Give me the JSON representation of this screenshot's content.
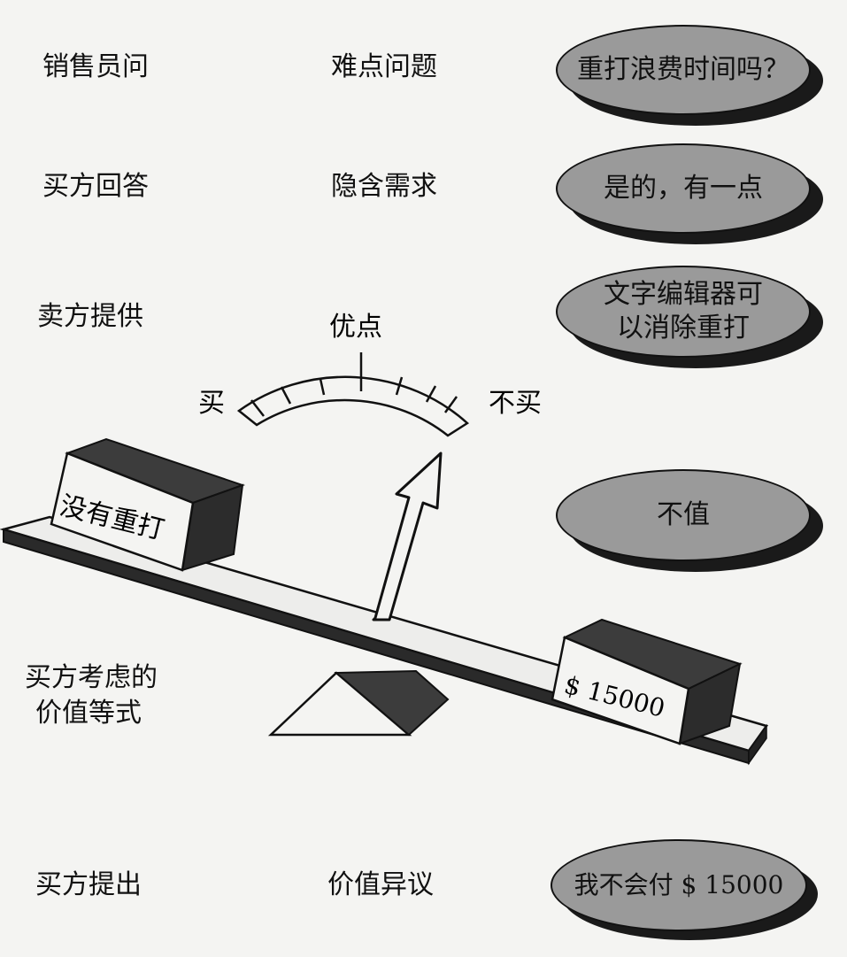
{
  "rows": [
    {
      "left": "销售员问",
      "middle": "难点问题",
      "bubble": "重打浪费时间吗？"
    },
    {
      "left": "买方回答",
      "middle": "隐含需求",
      "bubble": "是的，有一点"
    },
    {
      "left": "卖方提供",
      "middle": "",
      "bubble_line1": "文字编辑器可",
      "bubble_line2": "以消除重打"
    }
  ],
  "gauge": {
    "top_label": "优点",
    "left_label": "买",
    "right_label": "不买"
  },
  "scale": {
    "left_box": "没有重打",
    "right_box": "$ 15000"
  },
  "value_bubble": "不值",
  "equation_label": {
    "line1": "买方考虑的",
    "line2": "价值等式"
  },
  "bottom_row": {
    "left": "买方提出",
    "middle": "价值异议",
    "bubble": "我不会付 $ 15000"
  },
  "colors": {
    "bubble_fill": "#9a9a9a",
    "box_dark": "#3c3c3c",
    "board": "#e8e8e8"
  }
}
